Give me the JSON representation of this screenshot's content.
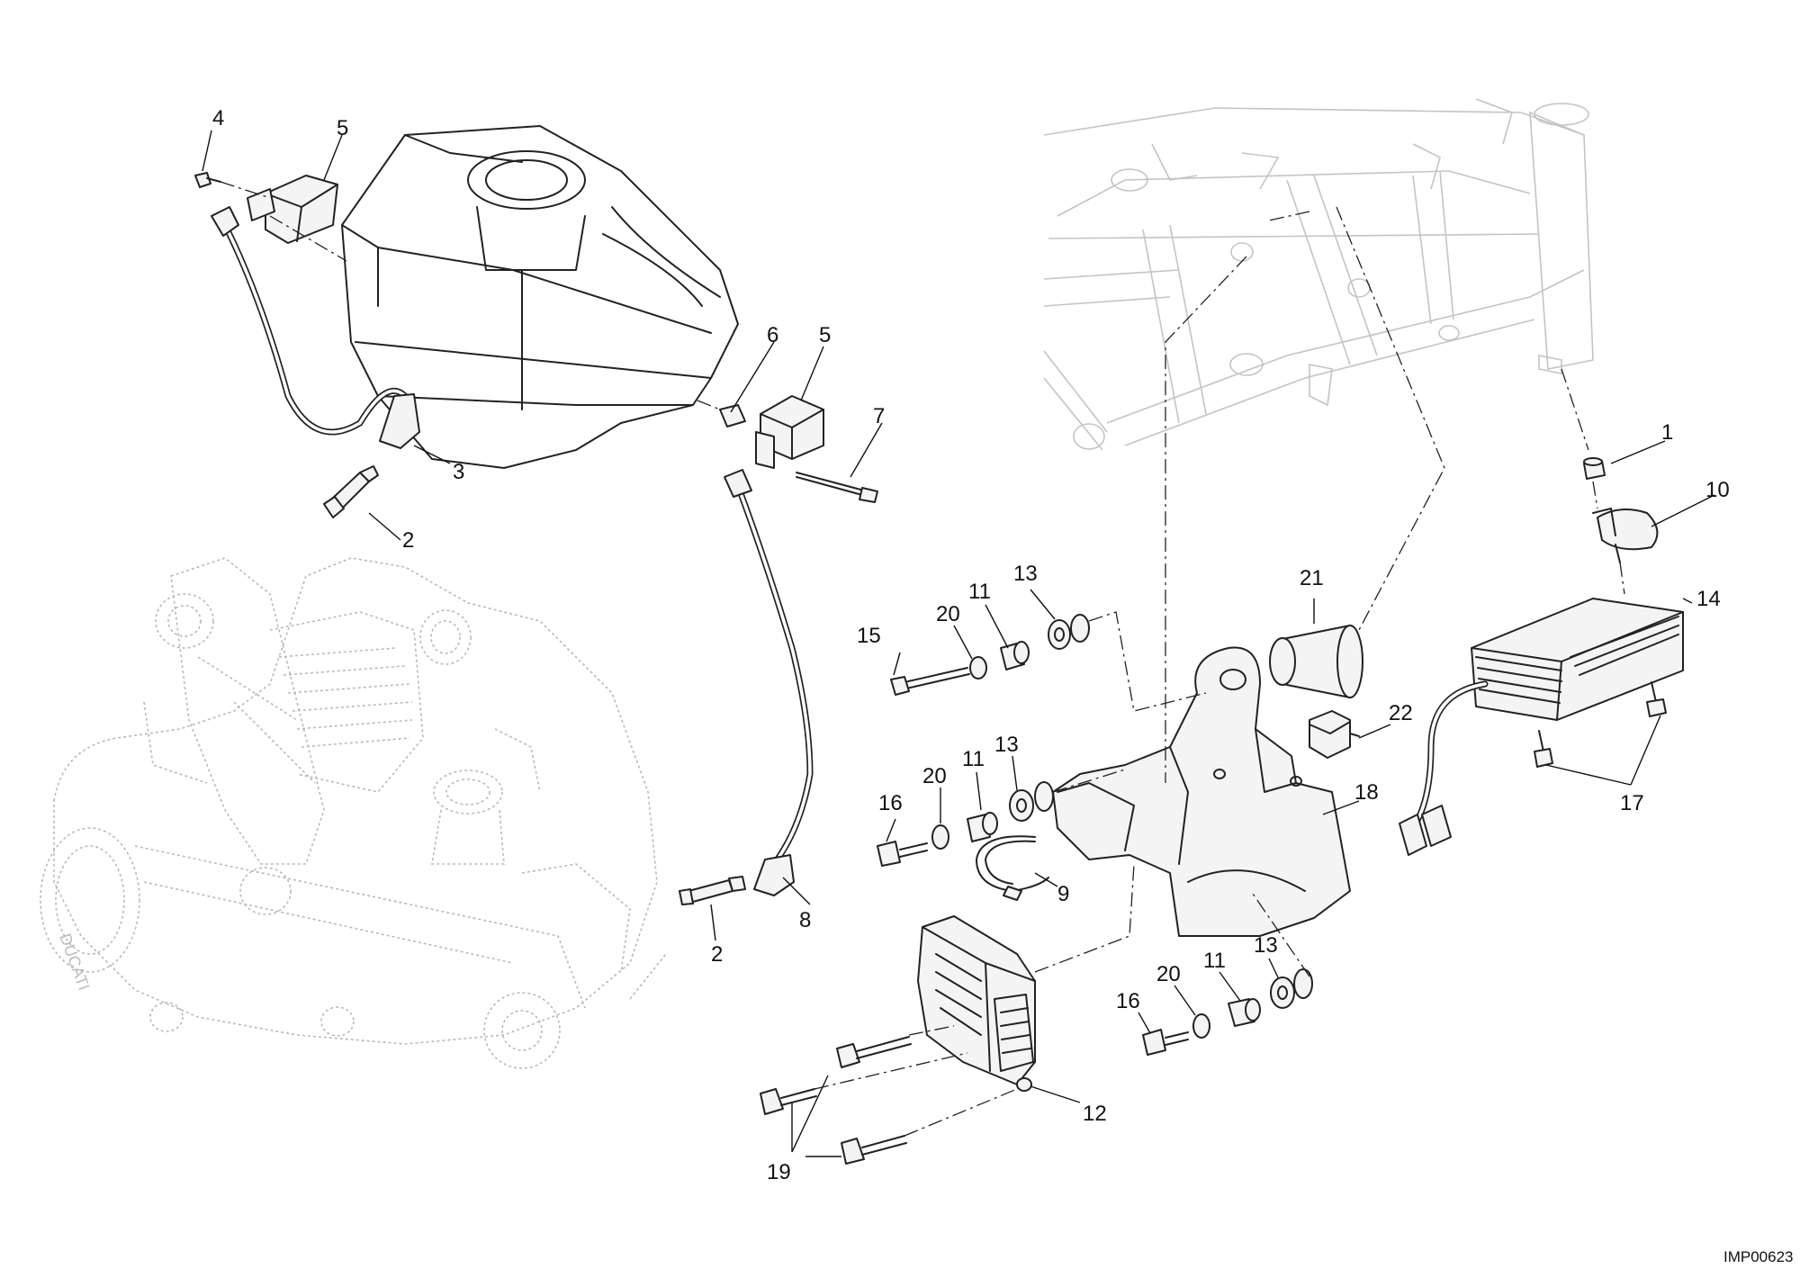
{
  "drawing_code": "IMP00623",
  "callouts": [
    {
      "id": "c4",
      "label": "4"
    },
    {
      "id": "c5a",
      "label": "5"
    },
    {
      "id": "c3",
      "label": "3"
    },
    {
      "id": "c2a",
      "label": "2"
    },
    {
      "id": "c6",
      "label": "6"
    },
    {
      "id": "c5b",
      "label": "5"
    },
    {
      "id": "c7",
      "label": "7"
    },
    {
      "id": "c2b",
      "label": "2"
    },
    {
      "id": "c8",
      "label": "8"
    },
    {
      "id": "c1",
      "label": "1"
    },
    {
      "id": "c10",
      "label": "10"
    },
    {
      "id": "c14",
      "label": "14"
    },
    {
      "id": "c17",
      "label": "17"
    },
    {
      "id": "c21",
      "label": "21"
    },
    {
      "id": "c22",
      "label": "22"
    },
    {
      "id": "c18",
      "label": "18"
    },
    {
      "id": "c9",
      "label": "9"
    },
    {
      "id": "c15",
      "label": "15"
    },
    {
      "id": "c20a",
      "label": "20"
    },
    {
      "id": "c11a",
      "label": "11"
    },
    {
      "id": "c13a",
      "label": "13"
    },
    {
      "id": "c16a",
      "label": "16"
    },
    {
      "id": "c20b",
      "label": "20"
    },
    {
      "id": "c11b",
      "label": "11"
    },
    {
      "id": "c13b",
      "label": "13"
    },
    {
      "id": "c16b",
      "label": "16"
    },
    {
      "id": "c20c",
      "label": "20"
    },
    {
      "id": "c11c",
      "label": "11"
    },
    {
      "id": "c13c",
      "label": "13"
    },
    {
      "id": "c12",
      "label": "12"
    },
    {
      "id": "c19",
      "label": "19"
    }
  ],
  "engine_brand": "DUCATI"
}
